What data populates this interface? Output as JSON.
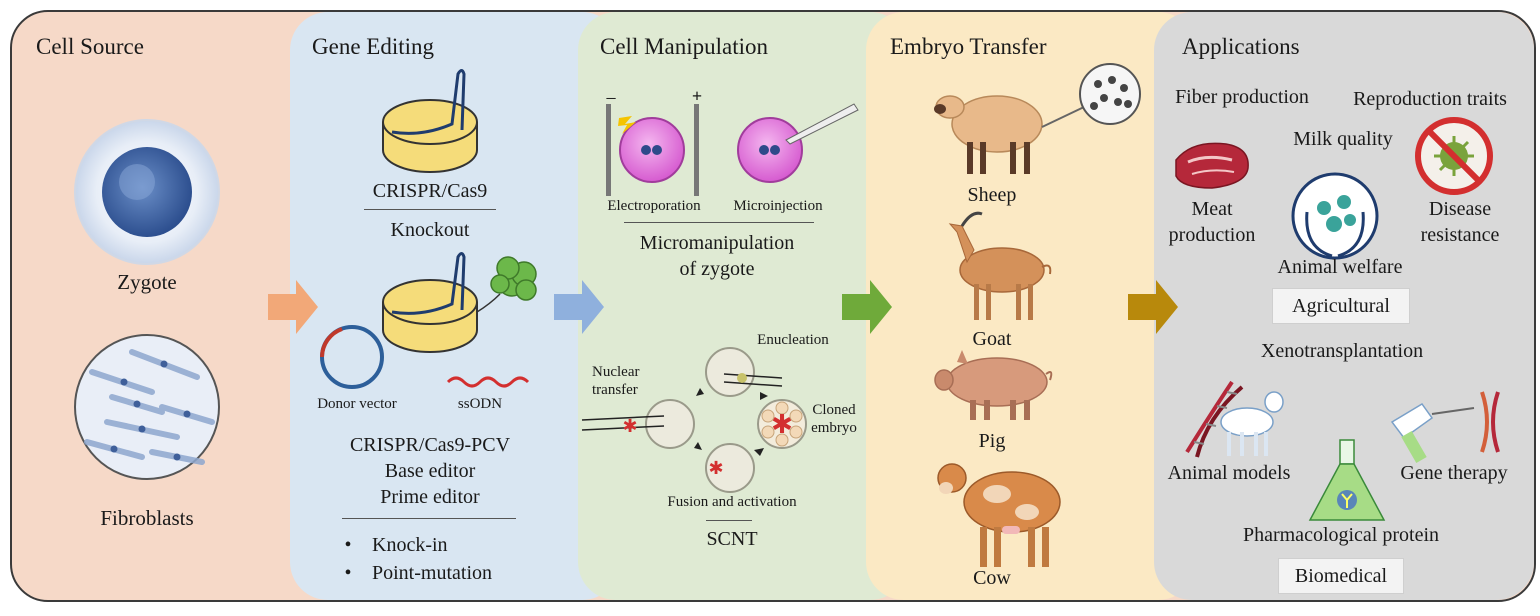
{
  "sections": {
    "cell_source": "Cell Source",
    "gene_editing": "Gene Editing",
    "cell_manipulation": "Cell Manipulation",
    "embryo_transfer": "Embryo Transfer",
    "applications": "Applications"
  },
  "cell_source": {
    "zygote": "Zygote",
    "fibroblasts": "Fibroblasts"
  },
  "gene_editing": {
    "crispr": "CRISPR/Cas9",
    "knockout": "Knockout",
    "donor_vector": "Donor vector",
    "ssodn": "ssODN",
    "methods": [
      "CRISPR/Cas9-PCV",
      "Base editor",
      "Prime editor"
    ],
    "outcomes": [
      "Knock-in",
      "Point-mutation"
    ],
    "bullet": "•"
  },
  "cell_manipulation": {
    "electroporation": "Electroporation",
    "microinjection": "Microinjection",
    "micromanipulation_line1": "Micromanipulation",
    "micromanipulation_line2": "of zygote",
    "minus": "−",
    "plus": "+",
    "enucleation": "Enucleation",
    "nuclear_transfer_line1": "Nuclear",
    "nuclear_transfer_line2": "transfer",
    "cloned_line1": "Cloned",
    "cloned_line2": "embryo",
    "fusion": "Fusion and activation",
    "scnt": "SCNT"
  },
  "embryo_transfer": {
    "animals": [
      "Sheep",
      "Goat",
      "Pig",
      "Cow"
    ]
  },
  "applications": {
    "fiber": "Fiber production",
    "reproduction": "Reproduction traits",
    "milk": "Milk quality",
    "meat_line1": "Meat",
    "meat_line2": "production",
    "disease_line1": "Disease",
    "disease_line2": "resistance",
    "welfare": "Animal welfare",
    "agricultural": "Agricultural",
    "xeno": "Xenotransplantation",
    "animal_models": "Animal models",
    "gene_therapy": "Gene therapy",
    "pharma": "Pharmacological protein",
    "biomedical": "Biomedical"
  },
  "colors": {
    "cell_source_bg": "#f6d9c8",
    "gene_editing_bg": "#d9e6f2",
    "cell_manipulation_bg": "#dfead3",
    "embryo_transfer_bg": "#fbe9c4",
    "applications_bg": "#d9d9d9",
    "arrow_orange": "#f2a878",
    "arrow_blue": "#8fb0dd",
    "arrow_green": "#6faa3a",
    "arrow_gold": "#b8890c"
  }
}
